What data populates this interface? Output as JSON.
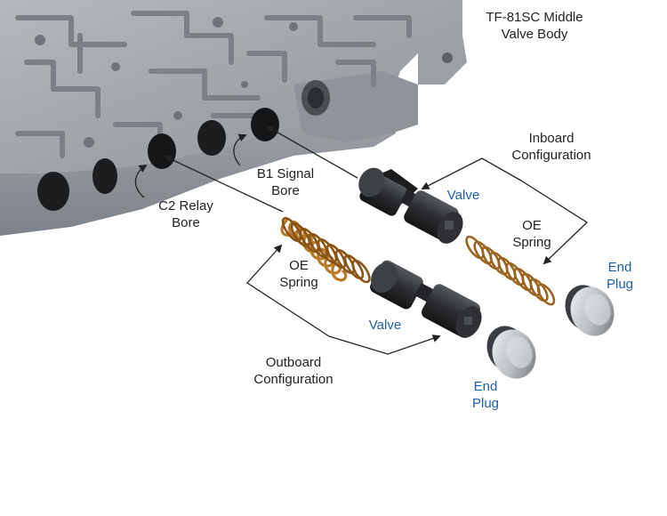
{
  "title": {
    "line1": "TF-81SC Middle",
    "line2": "Valve Body"
  },
  "labels": {
    "inboard": {
      "line1": "Inboard",
      "line2": "Configuration"
    },
    "outboard": {
      "line1": "Outboard",
      "line2": "Configuration"
    },
    "b1_signal": {
      "line1": "B1 Signal",
      "line2": "Bore"
    },
    "c2_relay": {
      "line1": "C2 Relay",
      "line2": "Bore"
    },
    "valve_inboard": "Valve",
    "valve_outboard": "Valve",
    "oe_spring_inboard": {
      "line1": "OE",
      "line2": "Spring"
    },
    "oe_spring_outboard": {
      "line1": "OE",
      "line2": "Spring"
    },
    "end_plug_inboard": {
      "line1": "End",
      "line2": "Plug"
    },
    "end_plug_outboard": {
      "line1": "End",
      "line2": "Plug"
    }
  },
  "colors": {
    "casting": "#9ea3a8",
    "casting_dark": "#6d7278",
    "valve": "#2b2d30",
    "spring": "#b8792a",
    "plug": "#c9ccd0",
    "callout_blue": "#1f5fa3",
    "line": "#222222"
  }
}
